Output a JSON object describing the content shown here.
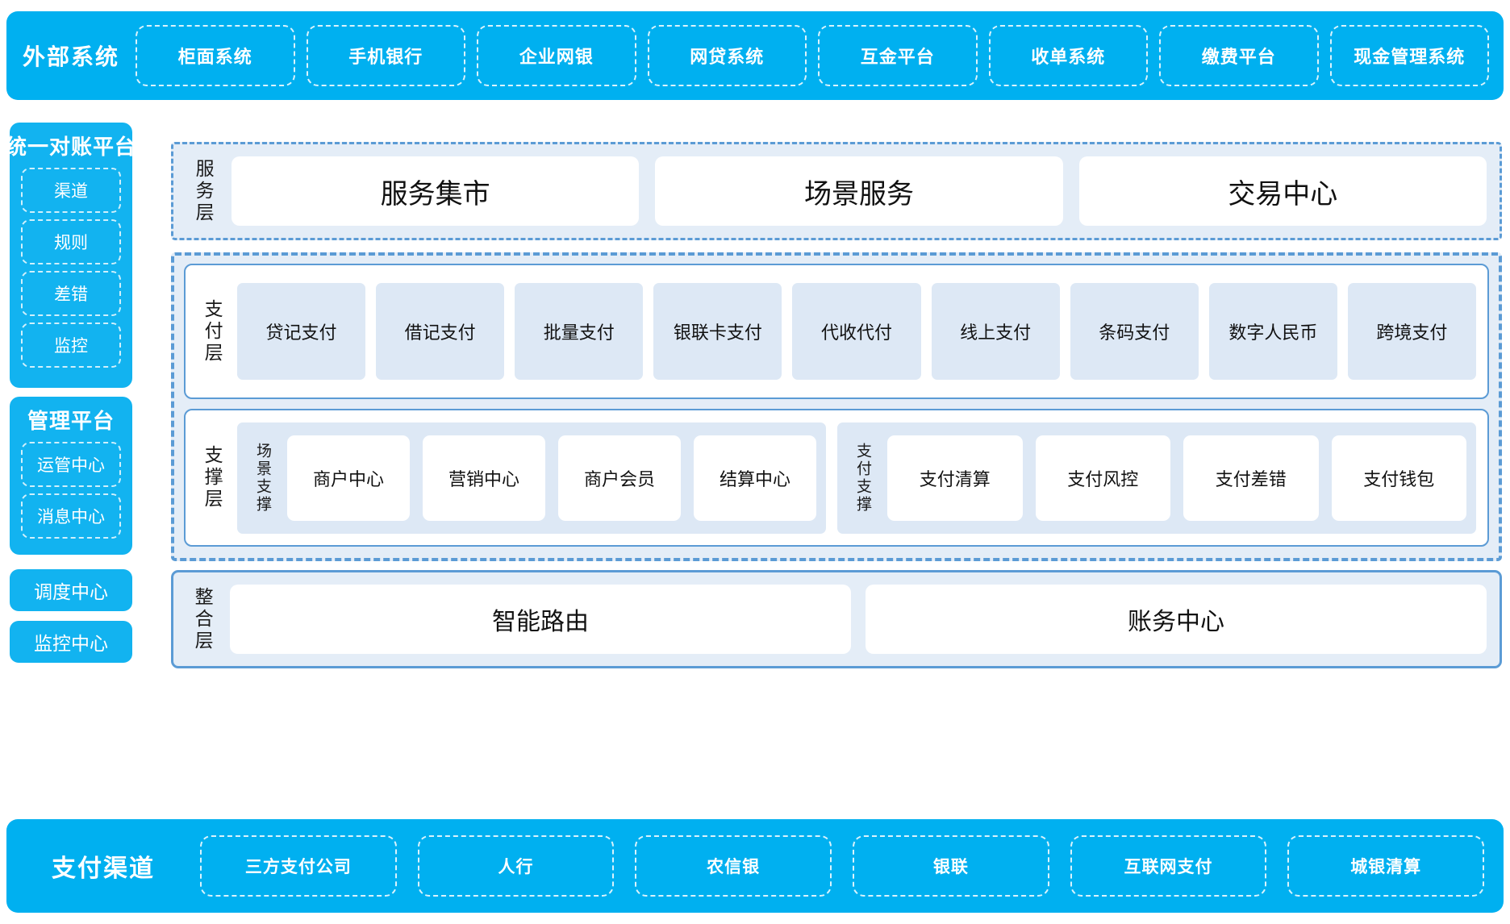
{
  "external": {
    "title": "外部系统",
    "items": [
      {
        "label": "柜面系统"
      },
      {
        "label": "手机银行"
      },
      {
        "label": "企业网银"
      },
      {
        "label": "网贷系统"
      },
      {
        "label": "互金平台"
      },
      {
        "label": "收单系统"
      },
      {
        "label": "缴费平台"
      },
      {
        "label": "现金管理系统"
      }
    ]
  },
  "sidebar": {
    "recon": {
      "title": "统一对账平台",
      "items": [
        {
          "label": "渠道"
        },
        {
          "label": "规则"
        },
        {
          "label": "差错"
        },
        {
          "label": "监控"
        }
      ]
    },
    "management": {
      "title": "管理平台",
      "items": [
        {
          "label": "运管中心"
        },
        {
          "label": "消息中心"
        }
      ]
    },
    "standalone": [
      {
        "label": "调度中心"
      },
      {
        "label": "监控中心"
      }
    ]
  },
  "service_layer": {
    "label": "服务层",
    "tiles": [
      {
        "label": "服务集市"
      },
      {
        "label": "场景服务"
      },
      {
        "label": "交易中心"
      }
    ]
  },
  "payment_layer": {
    "label": "支付层",
    "tiles": [
      {
        "label": "贷记支付"
      },
      {
        "label": "借记支付"
      },
      {
        "label": "批量支付"
      },
      {
        "label": "银联卡支付"
      },
      {
        "label": "代收代付"
      },
      {
        "label": "线上支付"
      },
      {
        "label": "条码支付"
      },
      {
        "label": "数字人民币"
      },
      {
        "label": "跨境支付"
      }
    ]
  },
  "support_layer": {
    "label": "支撑层",
    "groups": [
      {
        "label": "场景支撑",
        "tiles": [
          {
            "label": "商户中心"
          },
          {
            "label": "营销中心"
          },
          {
            "label": "商户会员"
          },
          {
            "label": "结算中心"
          }
        ]
      },
      {
        "label": "支付支撑",
        "tiles": [
          {
            "label": "支付清算"
          },
          {
            "label": "支付风控"
          },
          {
            "label": "支付差错"
          },
          {
            "label": "支付钱包"
          }
        ]
      }
    ]
  },
  "integration_layer": {
    "label": "整合层",
    "tiles": [
      {
        "label": "智能路由"
      },
      {
        "label": "账务中心"
      }
    ]
  },
  "channels": {
    "title": "支付渠道",
    "items": [
      {
        "label": "三方支付公司"
      },
      {
        "label": "人行"
      },
      {
        "label": "农信银"
      },
      {
        "label": "银联"
      },
      {
        "label": "互联网支付"
      },
      {
        "label": "城银清算"
      }
    ]
  },
  "colors": {
    "brand_cyan": "#00b0f0",
    "sidebar_cyan": "#12b3f0",
    "layer_bg": "#e4edf7",
    "layer_border": "#5b9bd5",
    "tile_blue": "#dde8f5",
    "tile_white": "#ffffff"
  }
}
